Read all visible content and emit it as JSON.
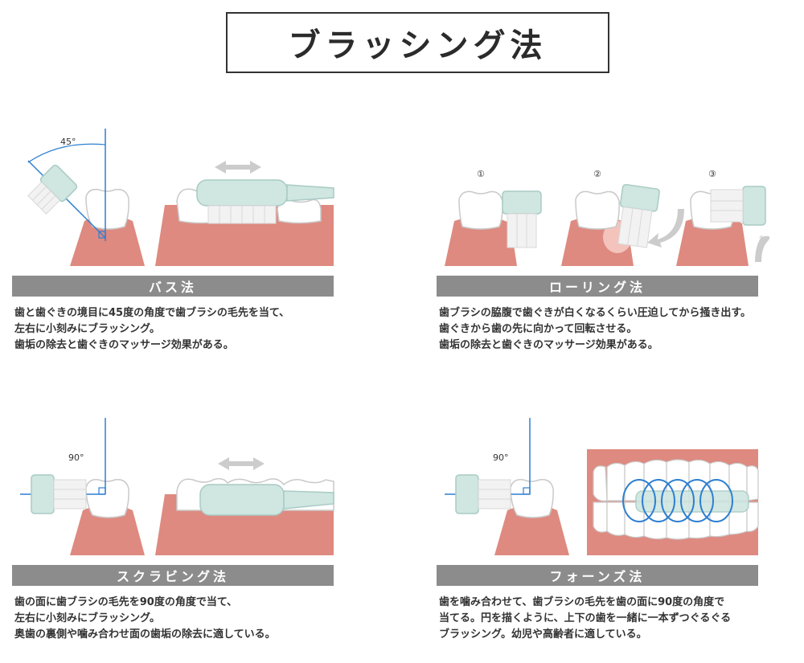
{
  "title": "ブラッシング法",
  "methods": [
    {
      "name": "バス法",
      "angle": "45°",
      "lines": [
        "歯と歯ぐきの境目に45度の角度で歯ブラシの毛先を当て、",
        "左右に小刻みにブラッシング。",
        "歯垢の除去と歯ぐきのマッサージ効果がある。"
      ]
    },
    {
      "name": "ローリング法",
      "steps": [
        "①",
        "②",
        "③"
      ],
      "lines": [
        "歯ブラシの脇腹で歯ぐきが白くなるくらい圧迫してから掻き出す。",
        "歯ぐきから歯の先に向かって回転させる。",
        "歯垢の除去と歯ぐきのマッサージ効果がある。"
      ]
    },
    {
      "name": "スクラビング法",
      "angle": "90°",
      "lines": [
        "歯の面に歯ブラシの毛先を90度の角度で当て、",
        "左右に小刻みにブラッシング。",
        "奥歯の裏側や噛み合わせ面の歯垢の除去に適している。"
      ]
    },
    {
      "name": "フォーンズ法",
      "angle": "90°",
      "lines": [
        "歯を噛み合わせて、歯ブラシの毛先を歯の面に90度の角度で",
        "当てる。円を描くように、上下の歯を一緒に一本ずつぐるぐる",
        "ブラッシング。幼児や高齢者に適している。"
      ]
    }
  ],
  "colors": {
    "gum": "#de8a80",
    "gum_dark": "#cf7268",
    "tooth": "#ffffff",
    "tooth_stroke": "#c9c9c9",
    "brush": "#cfe6e1",
    "brush_stroke": "#a9cbc4",
    "guide": "#2d7fd1",
    "arrow": "#cccccc",
    "bar": "#8c8c8c"
  },
  "icons": [
    "double-arrow-icon",
    "curved-arrow-icon",
    "circle-motion-icon"
  ]
}
